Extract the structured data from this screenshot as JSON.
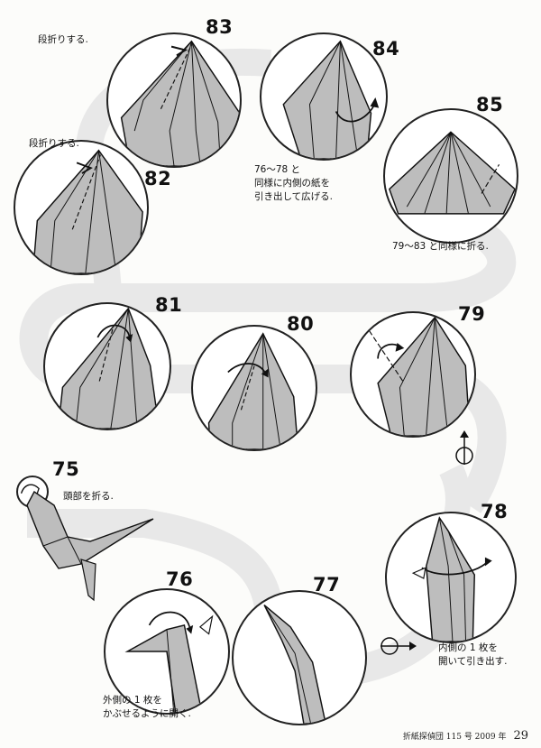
{
  "steps": {
    "s83": {
      "number": "83",
      "note": "段折りする."
    },
    "s84": {
      "number": "84",
      "note_lines": [
        "76〜78 と",
        "同様に内側の紙を",
        "引き出して広げる."
      ]
    },
    "s85": {
      "number": "85",
      "note": "79〜83 と同様に折る."
    },
    "s82": {
      "number": "82",
      "note": "段折りする."
    },
    "s81": {
      "number": "81"
    },
    "s80": {
      "number": "80"
    },
    "s79": {
      "number": "79"
    },
    "s75": {
      "number": "75",
      "note": "頭部を折る."
    },
    "s78": {
      "number": "78",
      "note_lines": [
        "内側の 1 枚を",
        "開いて引き出す."
      ]
    },
    "s76": {
      "number": "76",
      "note_lines": [
        "外側の 1 枚を",
        "かぶせるように開く."
      ]
    },
    "s77": {
      "number": "77"
    }
  },
  "footer": {
    "publication": "折紙探偵団 115 号 2009 年",
    "page_number": "29"
  },
  "colors": {
    "paper_fill": "#b9b9b9",
    "paper_dark": "#8f8f8f",
    "track": "#e6e6e6",
    "line": "#1a1a1a"
  }
}
